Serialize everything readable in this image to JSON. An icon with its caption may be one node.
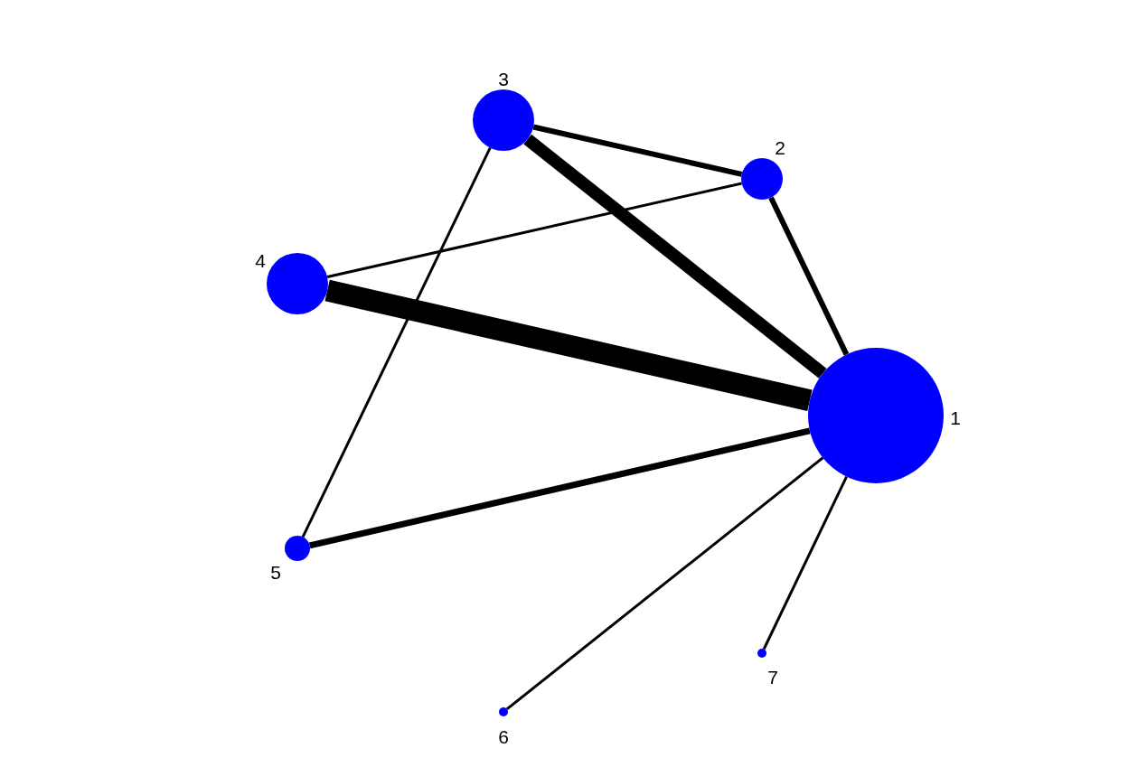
{
  "diagram": {
    "nodes": [
      {
        "text": [
          "1"
        ]
      },
      {
        "text": [
          "2"
        ]
      },
      {
        "text": [
          "3"
        ]
      },
      {
        "text": [
          "4"
        ]
      },
      {
        "text": [
          "5"
        ]
      },
      {
        "text": [
          "6"
        ]
      },
      {
        "text": [
          "7"
        ]
      }
    ],
    "edges": [
      {
        "from": 2,
        "to": 1,
        "arrow": "none"
      },
      {
        "from": 2,
        "to": 0,
        "arrow": "none",
        "style": "thick"
      },
      {
        "from": 1,
        "to": 3,
        "arrow": "none"
      },
      {
        "from": 1,
        "to": 0,
        "arrow": "none"
      },
      {
        "from": 3,
        "to": 0,
        "arrow": "none",
        "style": "thick"
      },
      {
        "from": 2,
        "to": 4,
        "arrow": "none"
      },
      {
        "from": 4,
        "to": 0,
        "arrow": "none"
      },
      {
        "from": 5,
        "to": 0,
        "arrow": "none"
      },
      {
        "from": 6,
        "to": 0,
        "arrow": "none"
      }
    ]
  }
}
